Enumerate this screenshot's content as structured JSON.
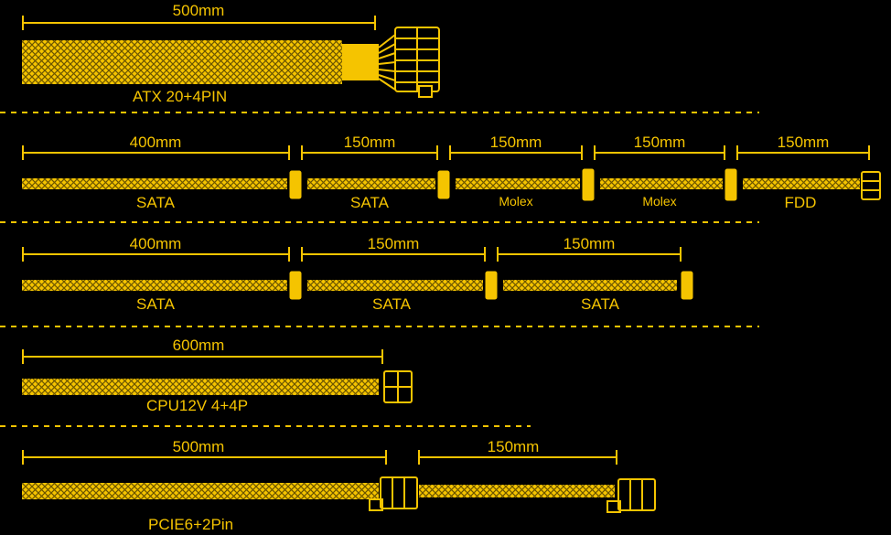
{
  "colors": {
    "accent": "#f5c400",
    "background": "#000000"
  },
  "cables": [
    {
      "name": "ATX 20+4PIN",
      "segments": [
        {
          "length": "500mm"
        }
      ]
    },
    {
      "segments": [
        {
          "length": "400mm",
          "label": "SATA"
        },
        {
          "length": "150mm",
          "label": "SATA"
        },
        {
          "length": "150mm",
          "label": "Molex"
        },
        {
          "length": "150mm",
          "label": "Molex"
        },
        {
          "length": "150mm",
          "label": "FDD"
        }
      ]
    },
    {
      "segments": [
        {
          "length": "400mm",
          "label": "SATA"
        },
        {
          "length": "150mm",
          "label": "SATA"
        },
        {
          "length": "150mm",
          "label": "SATA"
        }
      ]
    },
    {
      "name": "CPU12V 4+4P",
      "segments": [
        {
          "length": "600mm"
        }
      ]
    },
    {
      "name": "PCIE6+2Pin",
      "segments": [
        {
          "length": "500mm"
        },
        {
          "length": "150mm"
        }
      ]
    }
  ]
}
